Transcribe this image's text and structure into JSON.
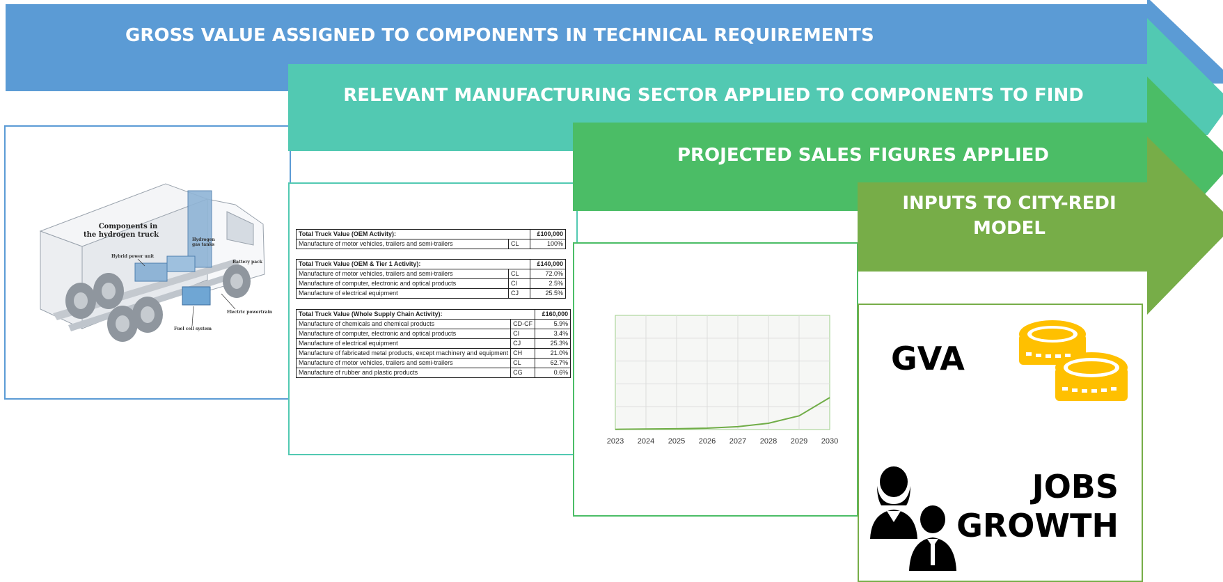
{
  "banners": [
    {
      "text": "GROSS VALUE ASSIGNED TO COMPONENTS IN TECHNICAL REQUIREMENTS",
      "color": "#5b9bd5"
    },
    {
      "text": "RELEVANT MANUFACTURING SECTOR APPLIED TO COMPONENTS TO FIND",
      "color": "#52c9b2"
    },
    {
      "text": "PROJECTED SALES FIGURES APPLIED",
      "color": "#4bbd66"
    },
    {
      "text": "INPUTS TO CITY-REDI MODEL",
      "color": "#77ad48"
    }
  ],
  "truck": {
    "title_line1": "Components in",
    "title_line2": "the hydrogen truck",
    "labels": {
      "hybrid": "Hybrid power unit",
      "tanks_line1": "Hydrogen",
      "tanks_line2": "gas tanks",
      "battery": "Battery pack",
      "powertrain": "Electric powertrain",
      "fuelcell": "Fuel cell system"
    }
  },
  "tables": [
    {
      "header": "Total Truck Value (OEM Activity):",
      "total": "£100,000",
      "rows": [
        {
          "label": "Manufacture of motor vehicles, trailers and semi-trailers",
          "code": "CL",
          "value": "100%"
        }
      ]
    },
    {
      "header": "Total Truck Value (OEM & Tier 1 Activity):",
      "total": "£140,000",
      "rows": [
        {
          "label": "Manufacture of motor vehicles, trailers and semi-trailers",
          "code": "CL",
          "value": "72.0%"
        },
        {
          "label": "Manufacture of computer, electronic and optical products",
          "code": "CI",
          "value": "2.5%"
        },
        {
          "label": "Manufacture of electrical equipment",
          "code": "CJ",
          "value": "25.5%"
        }
      ]
    },
    {
      "header": "Total Truck Value (Whole Supply Chain Activity):",
      "total": "£160,000",
      "rows": [
        {
          "label": "Manufacture of chemicals and chemical products",
          "code": "CD-CF",
          "value": "5.9%"
        },
        {
          "label": "Manufacture of computer, electronic and optical products",
          "code": "CI",
          "value": "3.4%"
        },
        {
          "label": "Manufacture of electrical equipment",
          "code": "CJ",
          "value": "25.3%"
        },
        {
          "label": "Manufacture of fabricated metal products, except machinery and equipment",
          "code": "CH",
          "value": "21.0%"
        },
        {
          "label": "Manufacture of motor vehicles, trailers and semi-trailers",
          "code": "CL",
          "value": "62.7%"
        },
        {
          "label": "Manufacture of rubber and plastic products",
          "code": "CG",
          "value": "0.6%"
        }
      ]
    }
  ],
  "chart_data": {
    "type": "line",
    "x": [
      "2023",
      "2024",
      "2025",
      "2026",
      "2027",
      "2028",
      "2029",
      "2030"
    ],
    "series": [
      {
        "values": [
          0.2,
          0.4,
          0.7,
          1.2,
          2.5,
          5.5,
          12,
          28
        ]
      }
    ],
    "ylim": [
      0,
      100
    ],
    "grid": true,
    "legend": "none",
    "line_color": "#70ad47"
  },
  "outputs": {
    "gva": "GVA",
    "jobs_line1": "JOBS",
    "jobs_line2": "GROWTH",
    "coin_color": "#ffc000"
  }
}
